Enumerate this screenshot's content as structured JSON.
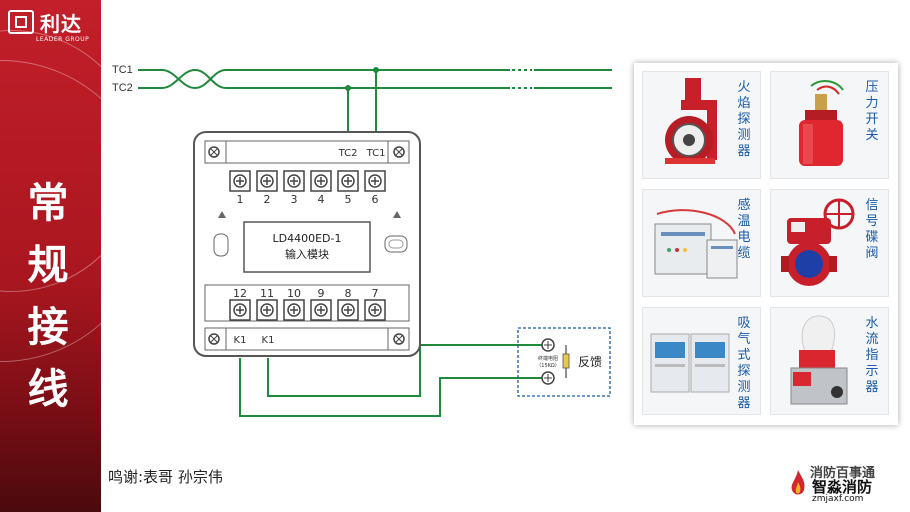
{
  "logo": {
    "name": "利达",
    "subtitle": "LEADER GROUP"
  },
  "side_title": [
    "常",
    "规",
    "接",
    "线"
  ],
  "bus": {
    "line1": "TC1",
    "line2": "TC2"
  },
  "module": {
    "top_terminal_tc2": "TC2",
    "top_terminal_tc1": "TC1",
    "top_numbers": [
      "1",
      "2",
      "3",
      "4",
      "5",
      "6"
    ],
    "model": "LD4400ED-1",
    "name": "输入模块",
    "bottom_numbers": [
      "12",
      "11",
      "10",
      "9",
      "8",
      "7"
    ],
    "bottom_k1_left": "K1",
    "bottom_k1_right": "K1"
  },
  "feedback": {
    "label": "反馈",
    "resistor_text1": "终端电阻",
    "resistor_text2": "（15KΩ）"
  },
  "devices": [
    {
      "label": "火焰探测器"
    },
    {
      "label": "压力开关"
    },
    {
      "label": "感温电缆"
    },
    {
      "label": "信号碟阀"
    },
    {
      "label": "吸气式探测器"
    },
    {
      "label": "水流指示器"
    }
  ],
  "credit": "鸣谢:表哥  孙宗伟",
  "watermark": {
    "top": "消防百事通",
    "main": "智淼消防",
    "url": "zmjaxf.com"
  },
  "colors": {
    "brand_red": "#c21f2a",
    "wire_green": "#1f8a3b",
    "label_blue": "#1a5aa8"
  }
}
